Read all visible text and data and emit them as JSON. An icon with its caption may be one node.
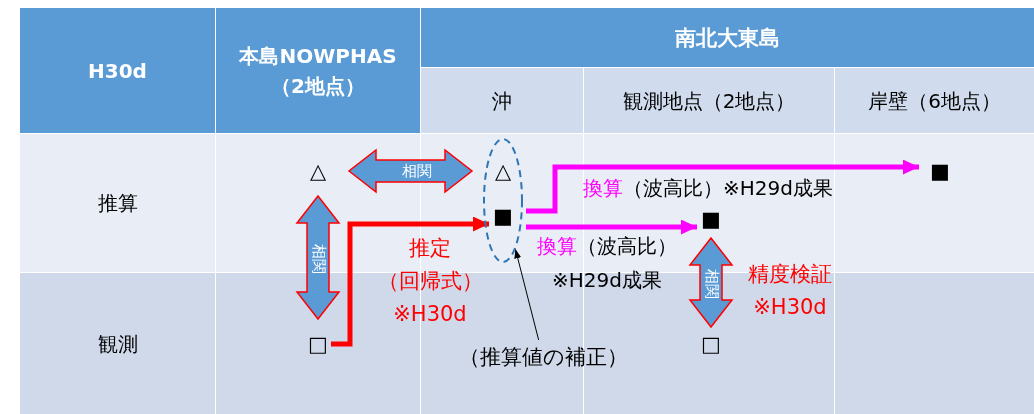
{
  "diagram": {
    "nodes": [
      {
        "text": [
          "△"
        ]
      },
      {
        "text": [],
        "shape": "ellipse"
      },
      {
        "text": [
          "△"
        ],
        "in": 1
      },
      {
        "text": [
          "■"
        ],
        "in": 1
      },
      {
        "text": [
          "■"
        ]
      },
      {
        "text": [
          "■"
        ]
      },
      {
        "text": [
          "□"
        ]
      },
      {
        "text": [
          "□"
        ]
      },
      {
        "text": [
          "（推算値の補正）"
        ]
      }
    ],
    "edges": [
      {
        "from": 0,
        "to": 2,
        "arrow": "both",
        "label": "相関",
        "style": "thick",
        "color": "#5b9bd5"
      },
      {
        "from": 0,
        "to": 6,
        "arrow": "both",
        "label": "相関",
        "style": "thick",
        "color": "#5b9bd5"
      },
      {
        "from": 6,
        "to": 3,
        "arrow": "to",
        "label": "推定（回帰式）※H30d",
        "color": "#ff0000"
      },
      {
        "from": 3,
        "to": 4,
        "arrow": "to",
        "label": "換算（波高比）※H29d成果",
        "color": "#ff00ff"
      },
      {
        "from": 3,
        "to": 5,
        "arrow": "to",
        "label": "換算（波高比）※H29d成果",
        "color": "#ff00ff"
      },
      {
        "from": 5,
        "to": 7,
        "arrow": "both",
        "label": "相関",
        "style": "thick",
        "color": "#5b9bd5"
      },
      {
        "from": 8,
        "to": 1,
        "arrow": "to",
        "color": "#000000"
      }
    ],
    "labels": [
      "H30d",
      "本島NOWPHAS（2地点）",
      "南北大東島",
      "沖",
      "観測地点（2地点）",
      "岸壁（6地点）",
      "推算",
      "観測",
      "精度検証※H30d"
    ]
  }
}
